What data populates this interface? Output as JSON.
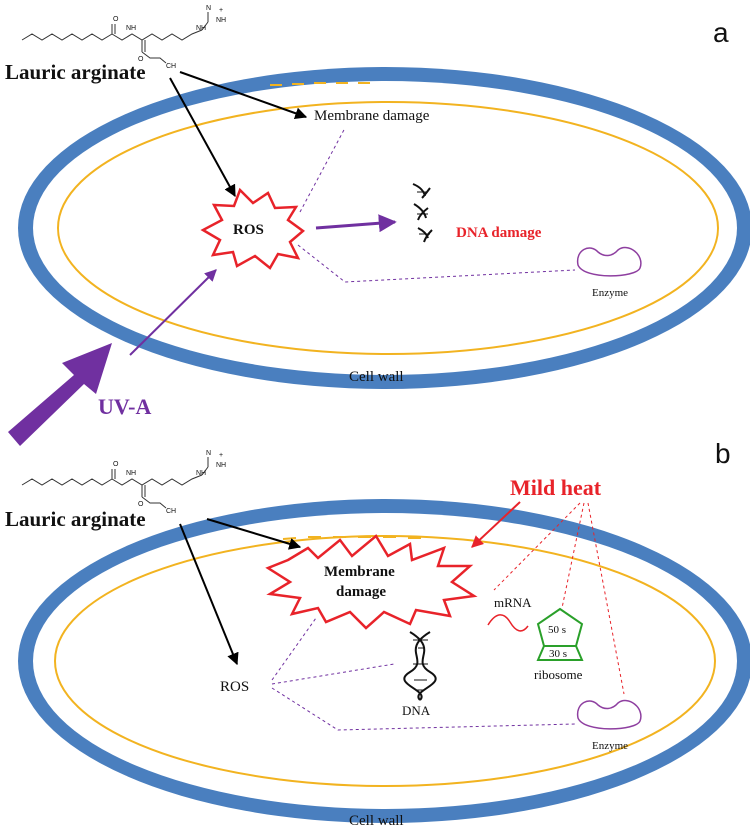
{
  "panel_a": {
    "letter": "a",
    "compound": "Lauric arginate",
    "membrane_damage": "Membrane damage",
    "ros": "ROS",
    "dna_damage": "DNA damage",
    "enzyme": "Enzyme",
    "cell_wall": "Cell wall",
    "uva": "UV-A",
    "chem": {
      "nh": "NH",
      "n": "N",
      "h": "H",
      "nh2": "NH",
      "ch3": "CH",
      "o": "O",
      "plus": "+"
    }
  },
  "panel_b": {
    "letter": "b",
    "compound": "Lauric arginate",
    "mild_heat": "Mild heat",
    "membrane_damage_1": "Membrane",
    "membrane_damage_2": "damage",
    "ros": "ROS",
    "dna": "DNA",
    "mrna": "mRNA",
    "ribosome": "ribosome",
    "r50": "50 s",
    "r30": "30 s",
    "enzyme": "Enzyme",
    "cell_wall": "Cell wall",
    "chem": {
      "nh": "NH",
      "n": "N",
      "h": "H",
      "nh2": "NH",
      "ch3": "CH",
      "o": "O",
      "plus": "+"
    }
  },
  "colors": {
    "cell_wall": "#4a7fbf",
    "inner_membrane": "#f2b320",
    "burst_stroke": "#e8232a",
    "purple": "#7030a0",
    "red_text": "#e8232a",
    "green": "#2aa02a",
    "enzyme": "#8e3fa0"
  }
}
